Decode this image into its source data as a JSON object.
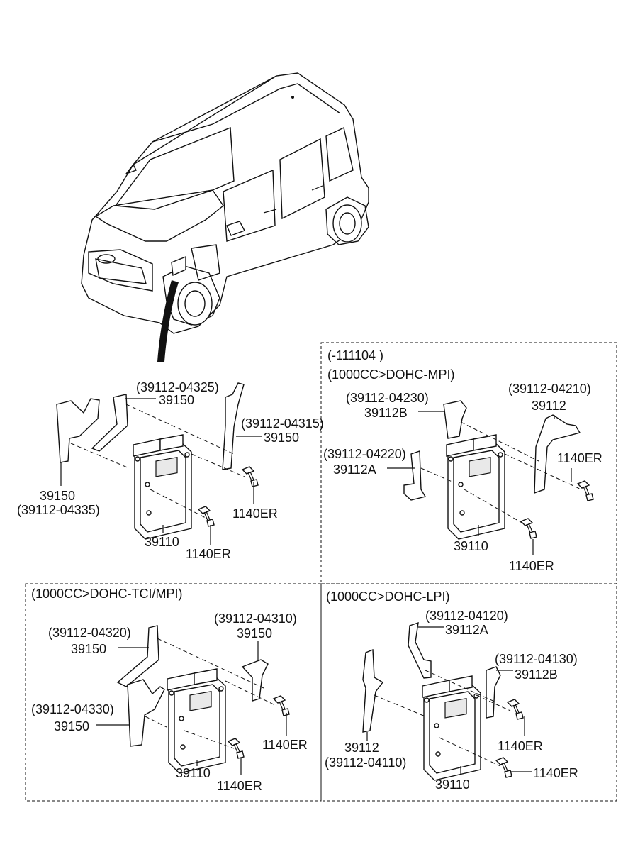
{
  "sections": [
    {
      "id": "main",
      "header": [],
      "labels": [
        "(39112-04325)",
        "39150",
        "(39112-04315)",
        "39150",
        "39150",
        "(39112-04335)",
        "1140ER",
        "39110",
        "1140ER"
      ]
    },
    {
      "id": "dohc-mpi",
      "header": [
        "(-111104 )",
        "(1000CC>DOHC-MPI)"
      ],
      "labels": [
        "(39112-04230)",
        "39112B",
        "(39112-04210)",
        "39112",
        "(39112-04220)",
        "39112A",
        "1140ER",
        "39110",
        "1140ER"
      ]
    },
    {
      "id": "dohc-tci-mpi",
      "header": [
        "(1000CC>DOHC-TCI/MPI)"
      ],
      "labels": [
        "(39112-04310)",
        "39150",
        "(39112-04320)",
        "39150",
        "(39112-04330)",
        "39150",
        "1140ER",
        "39110",
        "1140ER"
      ]
    },
    {
      "id": "dohc-lpi",
      "header": [
        "(1000CC>DOHC-LPI)"
      ],
      "labels": [
        "(39112-04120)",
        "39112A",
        "(39112-04130)",
        "39112B",
        "39112",
        "(39112-04110)",
        "1140ER",
        "39110",
        "1140ER"
      ]
    }
  ]
}
